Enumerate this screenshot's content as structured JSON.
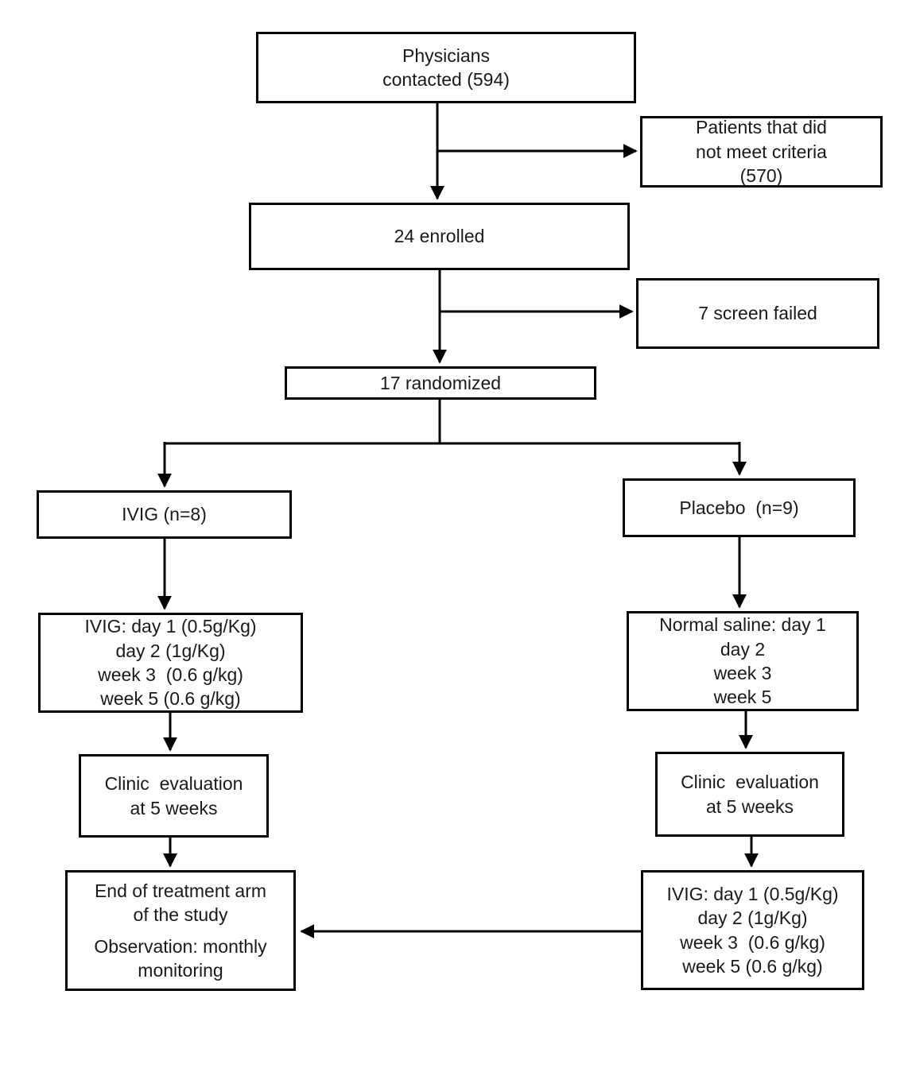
{
  "diagram": {
    "type": "flowchart",
    "description": "Clinical trial enrollment and randomization flow diagram (IVIG vs Placebo)",
    "colors": {
      "box_border": "#000000",
      "box_background": "#ffffff",
      "text": "#1a1a1a",
      "arrow": "#000000"
    },
    "nodes": {
      "physicians": {
        "text": "Physicians\ncontacted (594)"
      },
      "criteria": {
        "text": "Patients that did\nnot meet criteria\n(570)"
      },
      "enrolled": {
        "text": "24 enrolled"
      },
      "screen_failed": {
        "text": "7 screen failed"
      },
      "randomized": {
        "text": "17 randomized"
      },
      "ivig_arm": {
        "text": "IVIG (n=8)"
      },
      "placebo_arm": {
        "text": "Placebo  (n=9)"
      },
      "ivig_dosing": {
        "text": "IVIG: day 1 (0.5g/Kg)\nday 2 (1g/Kg)\nweek 3  (0.6 g/kg)\nweek 5 (0.6 g/kg)"
      },
      "placebo_dosing": {
        "text": "Normal saline: day 1\nday 2\nweek 3\nweek 5"
      },
      "clinic_eval_left": {
        "text": "Clinic  evaluation\nat 5 weeks"
      },
      "clinic_eval_right": {
        "text": "Clinic  evaluation\nat 5 weeks"
      },
      "end_of_treatment": {
        "text1": "End of treatment arm\nof the study",
        "text2": "Observation: monthly\nmonitoring"
      },
      "ivig_crossover": {
        "text": "IVIG: day 1 (0.5g/Kg)\nday 2 (1g/Kg)\nweek 3  (0.6 g/kg)\nweek 5 (0.6 g/kg)"
      }
    }
  }
}
